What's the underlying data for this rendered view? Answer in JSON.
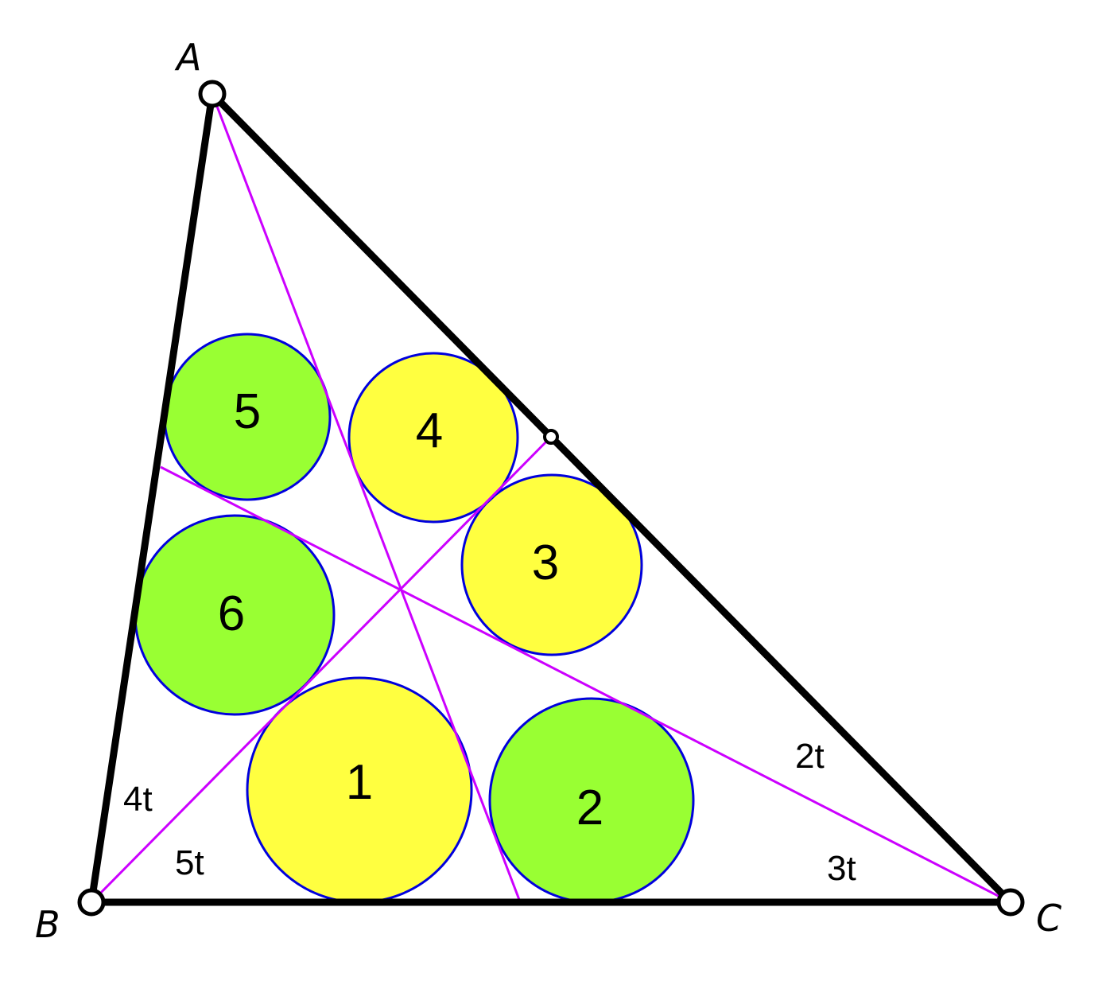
{
  "vertices": {
    "A": "A",
    "B": "B",
    "C": "C"
  },
  "angle_labels": {
    "angle_B_upper": "4t",
    "angle_B_lower": "5t",
    "angle_C_upper": "2t",
    "angle_C_lower": "3t"
  },
  "circles": [
    {
      "label": "1",
      "fill": "#ffff40"
    },
    {
      "label": "2",
      "fill": "#99ff33"
    },
    {
      "label": "3",
      "fill": "#ffff40"
    },
    {
      "label": "4",
      "fill": "#ffff40"
    },
    {
      "label": "5",
      "fill": "#99ff33"
    },
    {
      "label": "6",
      "fill": "#99ff33"
    }
  ],
  "colors": {
    "triangle": "#000000",
    "cevian": "#cc00ff",
    "circle_stroke": "#0000dd",
    "yellow": "#ffff40",
    "green": "#99ff33"
  }
}
